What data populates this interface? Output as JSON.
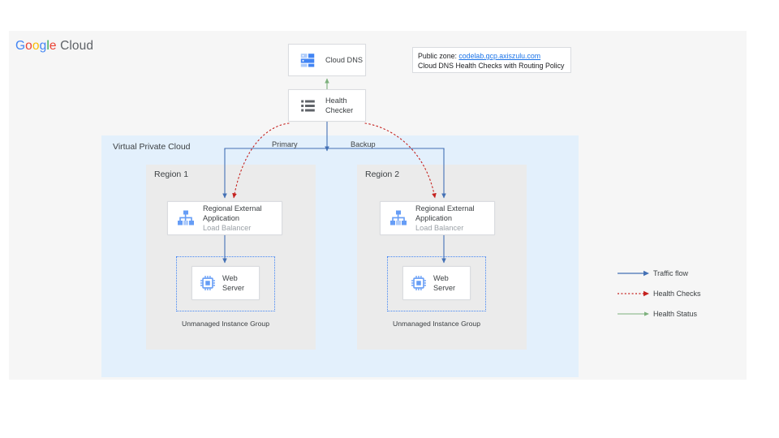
{
  "brand": {
    "logo_google": [
      "G",
      "o",
      "o",
      "g",
      "l",
      "e"
    ],
    "logo_cloud": "Cloud"
  },
  "diagram": {
    "title_note": {
      "label": "Public zone:",
      "link": "codelab.gcp.axiszulu.com",
      "line2": "Cloud DNS Health Checks with Routing Policy"
    },
    "nodes": {
      "cloud_dns": {
        "label": "Cloud DNS",
        "icon": "cloud-dns-icon"
      },
      "health_checker": {
        "label_line1": "Health",
        "label_line2": "Checker",
        "icon": "health-checker-list-icon"
      },
      "lb1": {
        "line1": "Regional External",
        "line2": "Application",
        "sub": "Load Balancer",
        "icon": "load-balancer-icon"
      },
      "lb2": {
        "line1": "Regional External",
        "line2": "Application",
        "sub": "Load Balancer",
        "icon": "load-balancer-icon"
      },
      "ws1": {
        "line1": "Web",
        "line2": "Server",
        "icon": "web-server-chip-icon"
      },
      "ws2": {
        "line1": "Web",
        "line2": "Server",
        "icon": "web-server-chip-icon"
      }
    },
    "containers": {
      "vpc": "Virtual Private Cloud",
      "region1": "Region 1",
      "region2": "Region 2",
      "umig1": "Unmanaged Instance Group",
      "umig2": "Unmanaged Instance Group"
    },
    "edge_labels": {
      "primary": "Primary",
      "backup": "Backup"
    },
    "legend": [
      {
        "label": "Traffic flow",
        "style": "solid-arrow",
        "color": "#4471b5"
      },
      {
        "label": "Health Checks",
        "style": "dotted-arrow",
        "color": "#c5221f"
      },
      {
        "label": "Health Status",
        "style": "solid-arrow",
        "color": "#7cb07c"
      }
    ],
    "colors": {
      "vpc_bg": "#e3f0fc",
      "region_bg": "#ebebeb",
      "panel_bg": "#f6f6f6",
      "traffic": "#4471b5",
      "health_check": "#c5221f",
      "health_status": "#7cb07c",
      "icon_blue": "#669df6",
      "link": "#1a73e8"
    }
  }
}
